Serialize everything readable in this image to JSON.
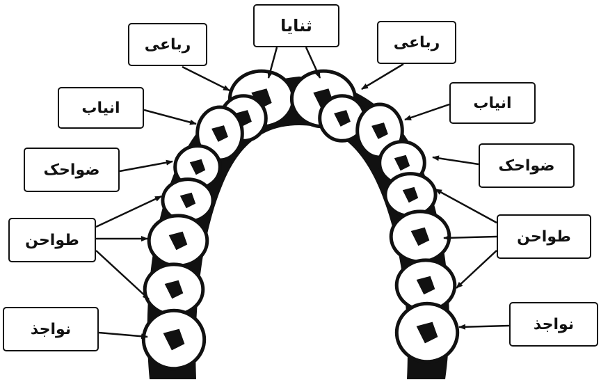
{
  "diagram": {
    "labels": {
      "thanaya": "ثنایا",
      "rubai_left": "رباعی",
      "rubai_right": "رباعی",
      "anyab_left": "انیاب",
      "anyab_right": "انیاب",
      "dawahik_left": "ضواحک",
      "dawahik_right": "ضواحک",
      "tawahin_left": "طواحن",
      "tawahin_right": "طواحن",
      "nawajiz_left": "نواجذ",
      "nawajiz_right": "نواجذ"
    },
    "colors": {
      "ink": "#111111",
      "paper": "#ffffff"
    }
  }
}
